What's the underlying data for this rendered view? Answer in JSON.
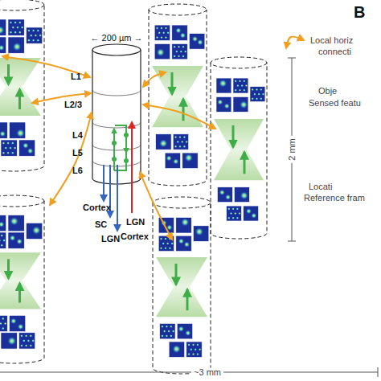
{
  "diagram": {
    "labels": [
      "← 200 µm →",
      "L1",
      "L2/3",
      "L4",
      "L5",
      "L6",
      "Cortex",
      "SC",
      "LGN",
      "LGN",
      "Cortex",
      "~3 mm",
      "2 mm",
      "B",
      "Local horiz",
      "connecti",
      "Obje",
      "Sensed featu",
      "Locati",
      "Reference fram"
    ]
  }
}
